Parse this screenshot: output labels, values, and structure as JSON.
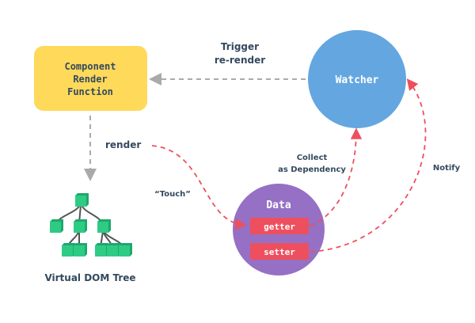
{
  "component": {
    "lines": [
      "Component",
      "Render",
      "Function"
    ]
  },
  "watcher": {
    "label": "Watcher"
  },
  "data_node": {
    "label": "Data",
    "getter": "getter",
    "setter": "setter"
  },
  "vdom": {
    "label": "Virtual DOM Tree"
  },
  "edges": {
    "trigger": [
      "Trigger",
      "re-render"
    ],
    "render": "render",
    "touch": "“Touch”",
    "collect": [
      "Collect",
      "as Dependency"
    ],
    "notify": "Notify"
  },
  "colors": {
    "component": "#ffd95a",
    "watcher": "#64a6e0",
    "data": "#9670c4",
    "accent": "#ee4f5e",
    "node": "#2ecb85",
    "text": "#34495e",
    "gray_arrow": "#aaaaaa"
  }
}
